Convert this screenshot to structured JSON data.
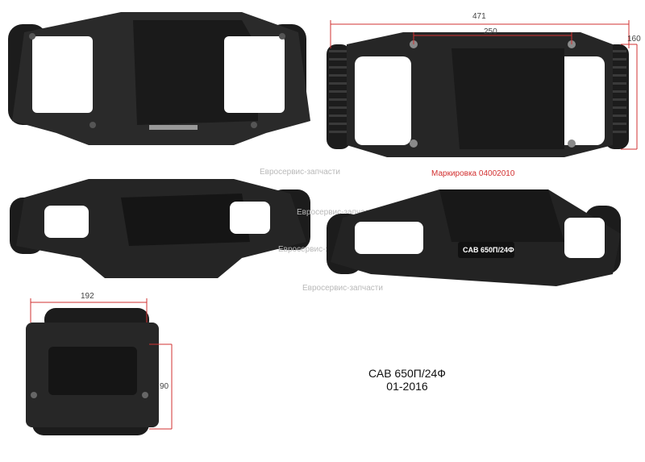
{
  "dimensions": {
    "top_width": "471",
    "hole_spacing": "250",
    "depth": "160",
    "bottom_width": "192",
    "height": "90"
  },
  "watermark": "Евросервис-запчасти",
  "marking": "Маркировка 04002010",
  "plate_label": "CAB 650П/24Ф",
  "model": {
    "name": "САВ 650П/24Ф",
    "date": "01-2016"
  },
  "colors": {
    "dimension_line": "#d23030",
    "plastic": "#1c1c1c",
    "plastic_highlight": "#3a3a3a",
    "background": "#ffffff"
  }
}
